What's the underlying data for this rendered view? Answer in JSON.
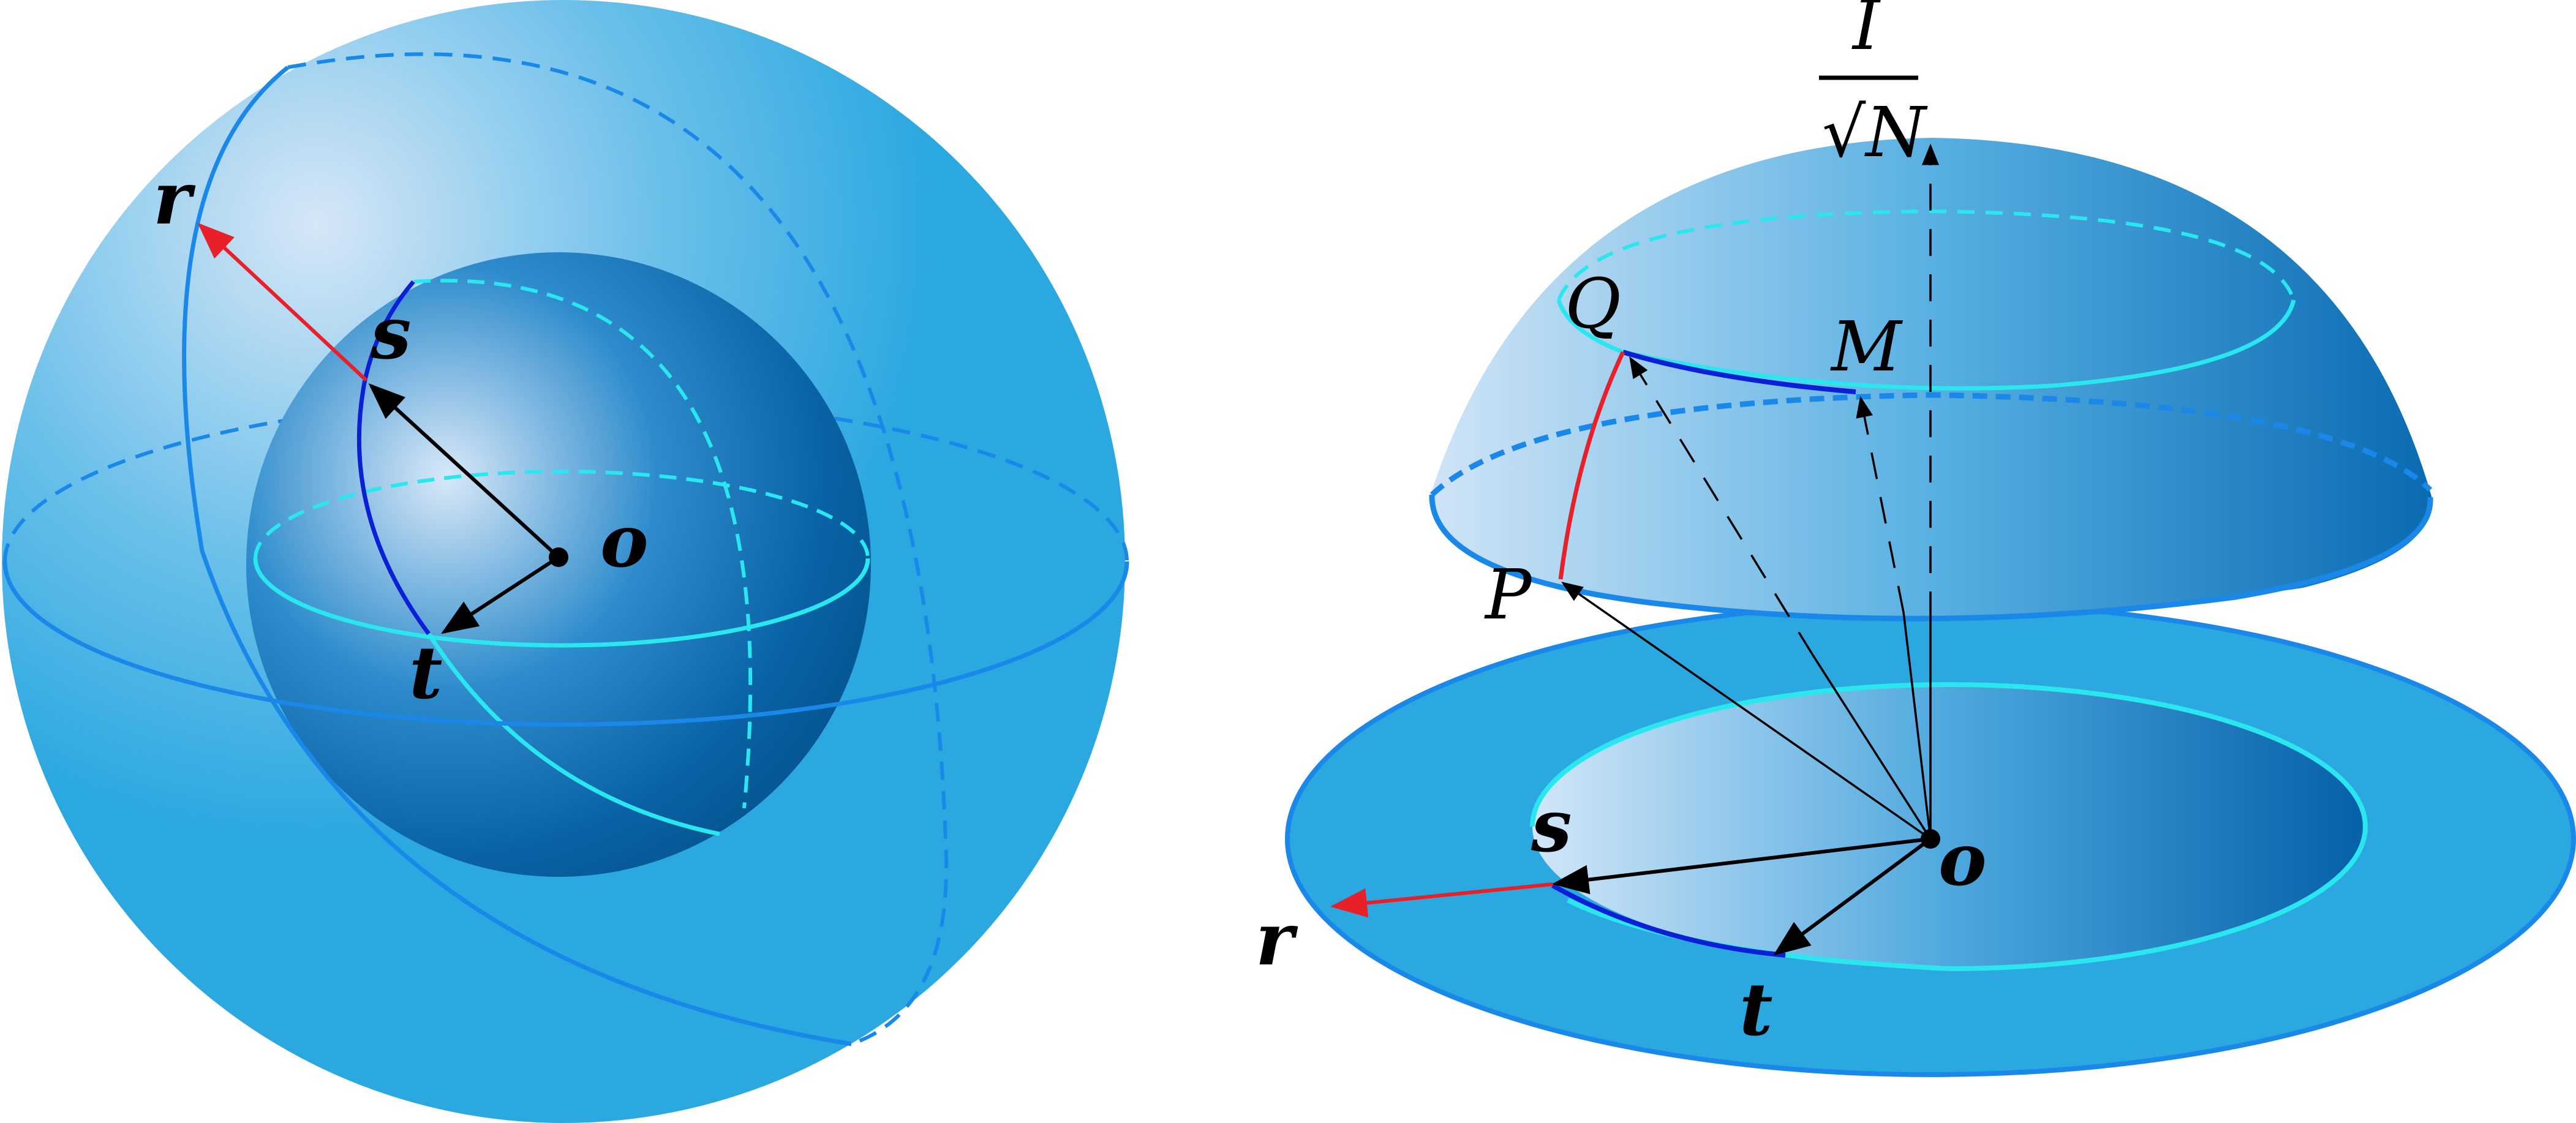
{
  "colors": {
    "sphere": "#2ba8e0",
    "edge": "#1a88e8",
    "dark_blue": "#0a1fd6",
    "cyan": "#2ae6ee",
    "red": "#e8202a",
    "black": "#000000"
  },
  "left_figure": {
    "labels": {
      "r": "r",
      "s": "s",
      "t": "t",
      "o": "o"
    }
  },
  "right_figure": {
    "labels": {
      "I": "I",
      "sqrtN": "√N",
      "Q": "Q",
      "M": "M",
      "P": "P",
      "s": "s",
      "o": "o",
      "r": "r",
      "t": "t"
    }
  }
}
